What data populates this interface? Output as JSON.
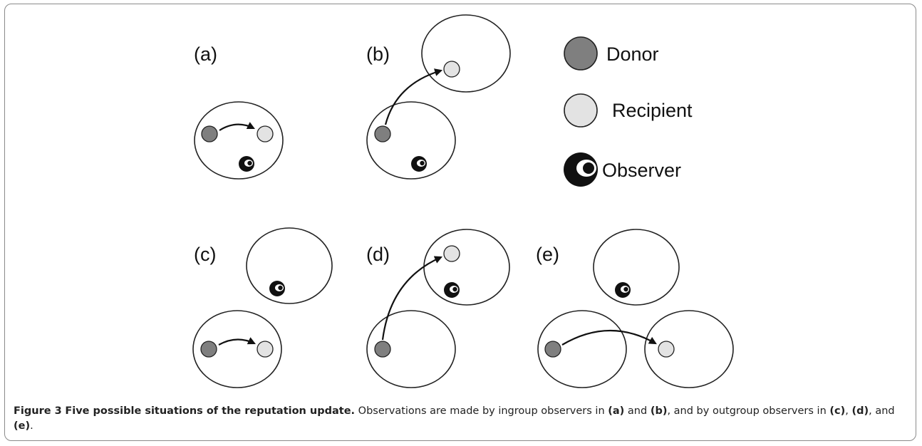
{
  "panels": {
    "a": "(a)",
    "b": "(b)",
    "c": "(c)",
    "d": "(d)",
    "e": "(e)"
  },
  "legend": {
    "donor": "Donor",
    "recipient": "Recipient",
    "observer": "Observer"
  },
  "colors": {
    "donor": "#7f7f7f",
    "recipient": "#e3e3e3",
    "observer": "#111111",
    "outline": "#222222"
  },
  "caption": {
    "figure_label": "Figure 3",
    "title": "Five possible situations of the reputation update.",
    "text_1": " Observations are made by ingroup observers in ",
    "ref_a": "(a)",
    "text_2": " and ",
    "ref_b": "(b)",
    "text_3": ", and by outgroup observers in ",
    "ref_c": "(c)",
    "text_4": ", ",
    "ref_d": "(d)",
    "text_5": ", and ",
    "ref_e": "(e)",
    "text_6": "."
  }
}
